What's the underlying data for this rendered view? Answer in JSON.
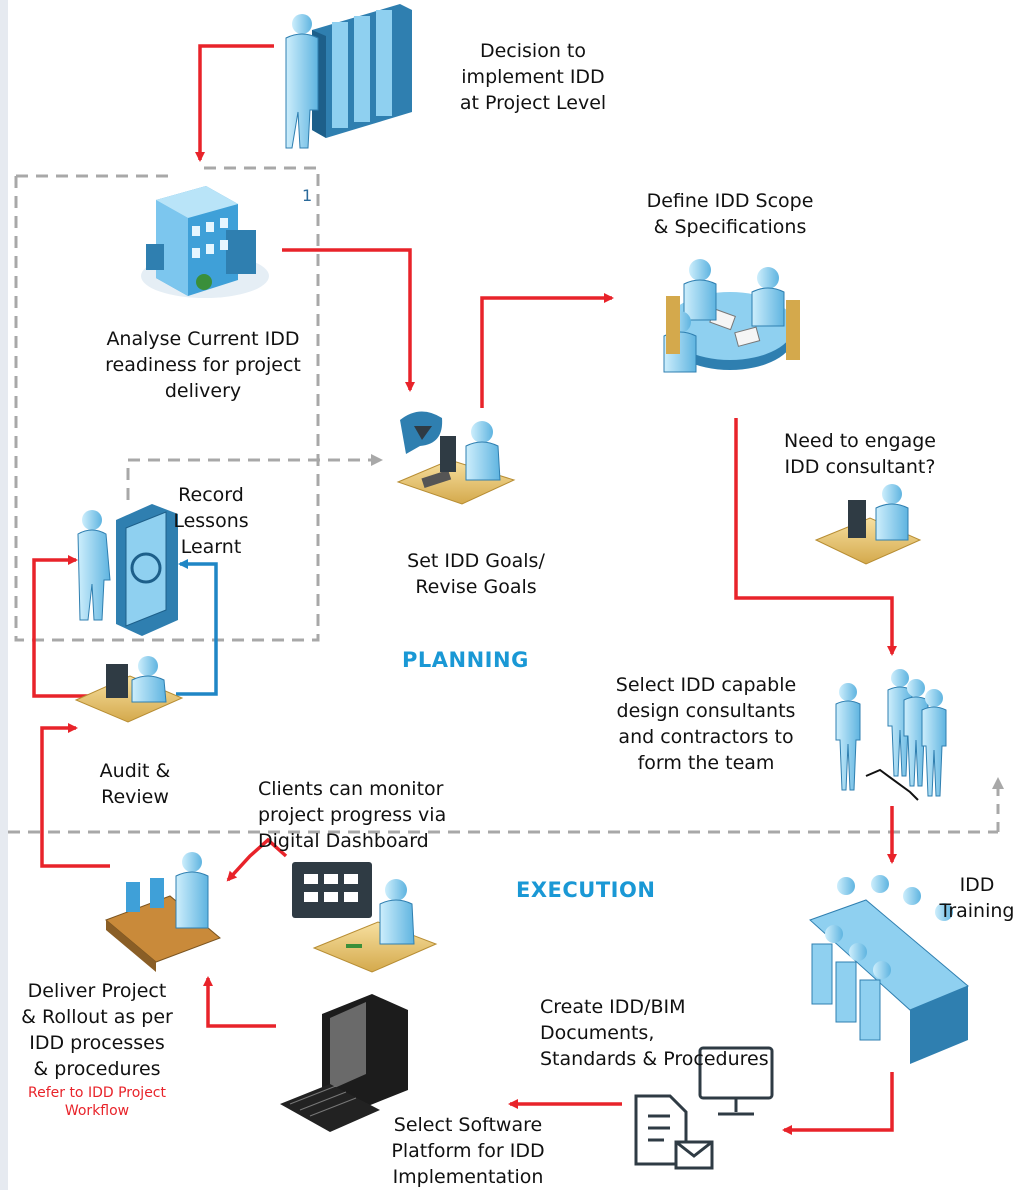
{
  "colors": {
    "flow_arrow": "#e8232a",
    "feedback_arrow": "#1f86c5",
    "dashed_line": "#a8a8a8",
    "section_label": "#1a98d5",
    "figure_body": "#8fd0f0",
    "figure_dark": "#2f7fb0"
  },
  "steps": {
    "decision": "Decision to\nimplement IDD\nat Project Level",
    "analyse": "Analyse Current IDD\nreadiness for project\ndelivery",
    "define_scope": "Define IDD Scope\n& Specifications",
    "consultant_question": "Need to engage\nIDD consultant?",
    "record_lessons": "Record\nLessons\nLearnt",
    "set_goals": "Set IDD Goals/\nRevise Goals",
    "select_team": "Select IDD capable\ndesign consultants\nand contractors to\nform the team",
    "audit": "Audit &\nReview",
    "clients_monitor": "Clients can monitor\nproject progress via\nDigital Dashboard",
    "training": "IDD\nTraining",
    "deliver": "Deliver Project\n& Rollout as per\nIDD processes\n& procedures",
    "deliver_ref": "Refer to IDD Project\nWorkflow",
    "create_docs": "Create IDD/BIM\nDocuments,\nStandards & Procedures",
    "select_software": "Select Software\nPlatform for IDD\nImplementation"
  },
  "sections": {
    "planning": "PLANNING",
    "execution": "EXECUTION"
  },
  "loop_number": "1",
  "icons": {
    "decision": "server-rack-person-icon",
    "analyse": "office-building-icon",
    "define_scope": "meeting-table-icon",
    "consultant": "helpdesk-person-icon",
    "record_lessons": "vault-person-icon",
    "set_goals": "phone-desk-person-icon",
    "select_team": "people-group-icon",
    "audit": "helpdesk-person-icon",
    "dashboard": "dashboard-desk-icon",
    "training": "training-table-icon",
    "deliver": "conveyor-factory-icon",
    "create_docs": "documents-monitor-icon",
    "select_software": "computer-keyboard-icon"
  }
}
